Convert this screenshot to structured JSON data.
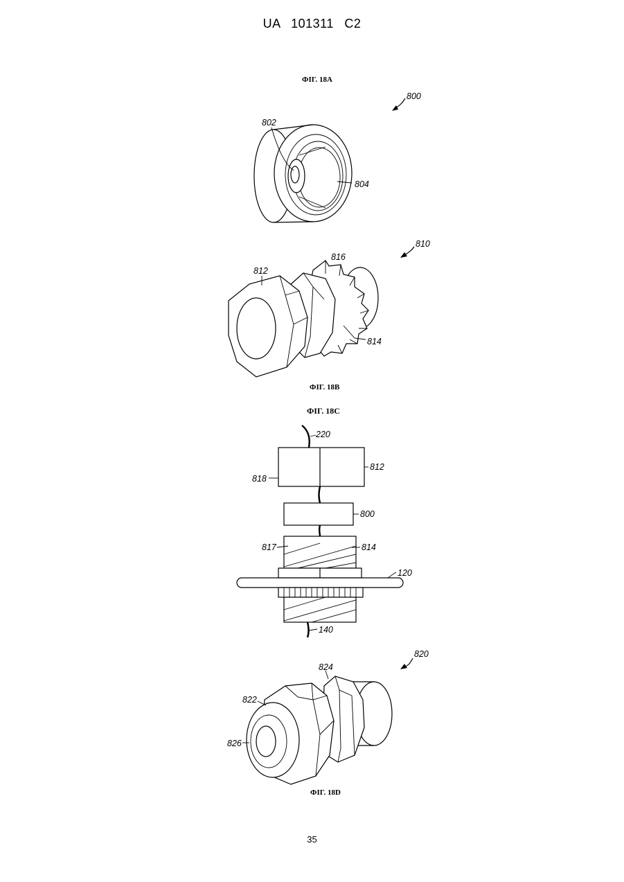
{
  "header": {
    "doc_number": "UA   101311   C2"
  },
  "figures": {
    "fig18a": {
      "caption": "ФІГ. 18А",
      "refs": {
        "assembly": "800",
        "part_a": "802",
        "part_b": "804"
      }
    },
    "fig18b": {
      "caption": "ФІГ. 18В",
      "refs": {
        "assembly": "810",
        "hex": "812",
        "gear": "816",
        "ring": "814"
      }
    },
    "fig18c": {
      "caption": "ФІГ. 18С",
      "refs": {
        "wire_top": "220",
        "block_top": "812",
        "block_left": "818",
        "block_mid": "800",
        "thread_left": "817",
        "thread_right": "814",
        "plate": "120",
        "wire_bottom": "140"
      }
    },
    "fig18d": {
      "caption": "ФІГ. 18D",
      "refs": {
        "assembly": "820",
        "nut": "824",
        "cap": "822",
        "bore": "826"
      }
    }
  },
  "footer": {
    "page_number": "35"
  }
}
